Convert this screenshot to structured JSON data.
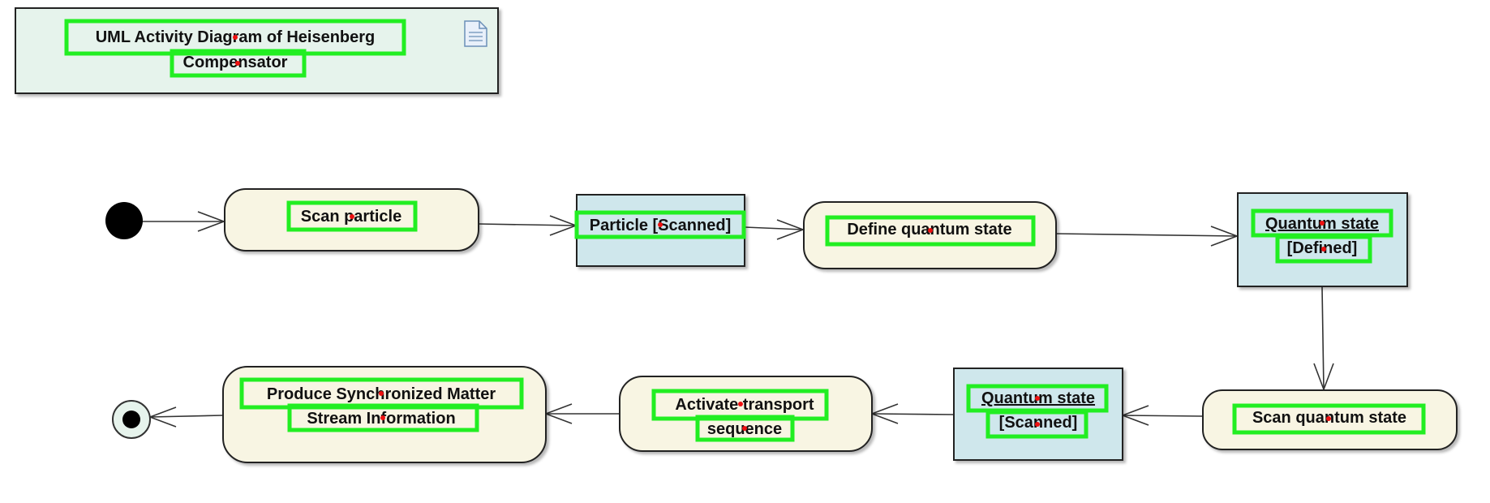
{
  "note": {
    "title_line1": "UML Activity Diagram of Heisenberg",
    "title_line2": "Compensator",
    "icon": "document-icon"
  },
  "nodes": {
    "scan_particle": "Scan particle",
    "particle_scanned": "Particle [Scanned]",
    "define_quantum_state": "Define quantum state",
    "quantum_state_defined_line1": "Quantum state",
    "quantum_state_defined_line2": "[Defined]",
    "scan_quantum_state": "Scan quantum state",
    "quantum_state_scanned_line1": "Quantum state",
    "quantum_state_scanned_line2": "[Scanned]",
    "activate_transport_line1": "Activate transport",
    "activate_transport_line2": "sequence",
    "produce_stream_line1": "Produce Synchronized Matter",
    "produce_stream_line2": "Stream Information"
  },
  "colors": {
    "action_fill": "#f8f5e3",
    "object_fill": "#cfe7ec",
    "note_fill": "#e6f3ec",
    "highlight": "#22ee22",
    "marker": "#ee1111"
  }
}
